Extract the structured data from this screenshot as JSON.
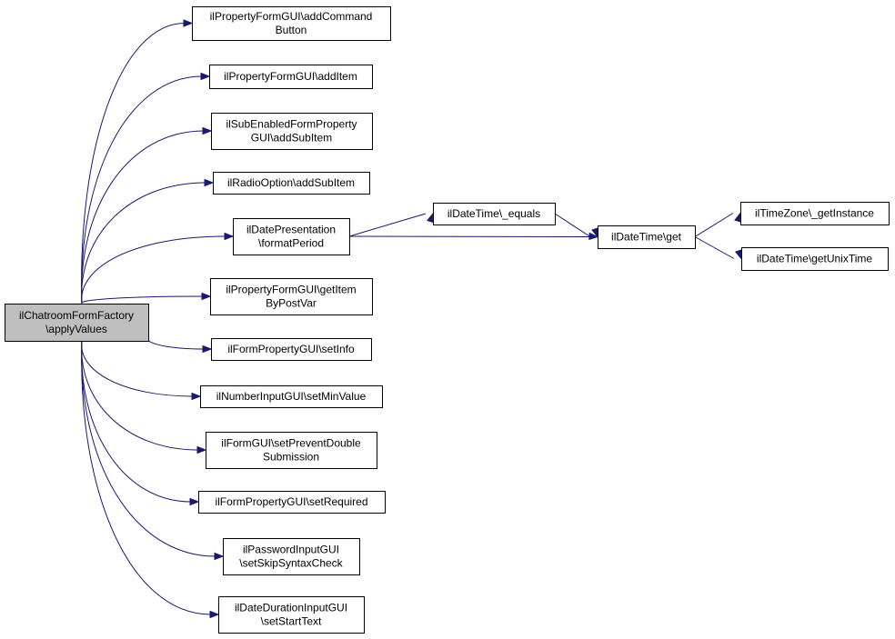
{
  "nodes": [
    {
      "id": "root",
      "lines": [
        "ilChatroomFormFactory",
        "\\applyValues"
      ],
      "root": true
    },
    {
      "id": "addCommandButton",
      "lines": [
        "ilPropertyFormGUI\\addCommand",
        "Button"
      ]
    },
    {
      "id": "addItem",
      "lines": [
        "ilPropertyFormGUI\\addItem"
      ]
    },
    {
      "id": "subAddSubItem",
      "lines": [
        "ilSubEnabledFormProperty",
        "GUI\\addSubItem"
      ]
    },
    {
      "id": "radioAddSubItem",
      "lines": [
        "ilRadioOption\\addSubItem"
      ]
    },
    {
      "id": "formatPeriod",
      "lines": [
        "ilDatePresentation",
        "\\formatPeriod"
      ]
    },
    {
      "id": "getItemByPostVar",
      "lines": [
        "ilPropertyFormGUI\\getItem",
        "ByPostVar"
      ]
    },
    {
      "id": "setInfo",
      "lines": [
        "ilFormPropertyGUI\\setInfo"
      ]
    },
    {
      "id": "setMinValue",
      "lines": [
        "ilNumberInputGUI\\setMinValue"
      ]
    },
    {
      "id": "setPreventDouble",
      "lines": [
        "ilFormGUI\\setPreventDouble",
        "Submission"
      ]
    },
    {
      "id": "setRequired",
      "lines": [
        "ilFormPropertyGUI\\setRequired"
      ]
    },
    {
      "id": "setSkipSyntax",
      "lines": [
        "ilPasswordInputGUI",
        "\\setSkipSyntaxCheck"
      ]
    },
    {
      "id": "setStartText",
      "lines": [
        "ilDateDurationInputGUI",
        "\\setStartText"
      ]
    },
    {
      "id": "equals",
      "lines": [
        "ilDateTime\\_equals"
      ]
    },
    {
      "id": "get",
      "lines": [
        "ilDateTime\\get"
      ]
    },
    {
      "id": "getInstance",
      "lines": [
        "ilTimeZone\\_getInstance"
      ]
    },
    {
      "id": "getUnixTime",
      "lines": [
        "ilDateTime\\getUnixTime"
      ]
    }
  ],
  "edges": [
    [
      "root",
      "addCommandButton"
    ],
    [
      "root",
      "addItem"
    ],
    [
      "root",
      "subAddSubItem"
    ],
    [
      "root",
      "radioAddSubItem"
    ],
    [
      "root",
      "formatPeriod"
    ],
    [
      "root",
      "getItemByPostVar"
    ],
    [
      "root",
      "setInfo"
    ],
    [
      "root",
      "setMinValue"
    ],
    [
      "root",
      "setPreventDouble"
    ],
    [
      "root",
      "setRequired"
    ],
    [
      "root",
      "setSkipSyntax"
    ],
    [
      "root",
      "setStartText"
    ],
    [
      "formatPeriod",
      "equals"
    ],
    [
      "formatPeriod",
      "get"
    ],
    [
      "equals",
      "get"
    ],
    [
      "get",
      "getInstance"
    ],
    [
      "get",
      "getUnixTime"
    ]
  ],
  "colors": {
    "edge": "#191970",
    "root_fill": "#bfbfbf",
    "node_fill": "#ffffff",
    "border": "#000000"
  }
}
